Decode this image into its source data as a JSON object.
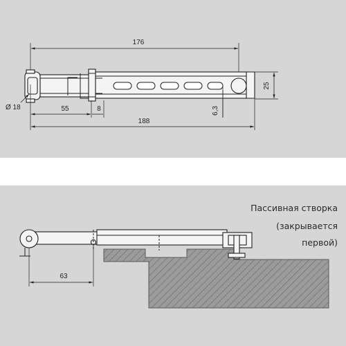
{
  "colors": {
    "panel_bg": "#d6d6d6",
    "divider": "#ffffff",
    "frame": "#9b9b9b",
    "frame_dark": "#7d7d7d",
    "hatch": "#6e6e6e",
    "part_fill": "#f4f4f4",
    "line": "#1f1f1f"
  },
  "top_view": {
    "dim_total_top": "176",
    "dim_height": "25",
    "dim_diameter": "Ø 18",
    "dim_offset": "55",
    "dim_small": "8",
    "dim_slot": "6,3",
    "dim_total_bottom": "188"
  },
  "side_view": {
    "label_line1": "Пассивная створка",
    "label_line2": "(закрывается",
    "label_line3": "первой)",
    "dim_pivot": "63"
  }
}
